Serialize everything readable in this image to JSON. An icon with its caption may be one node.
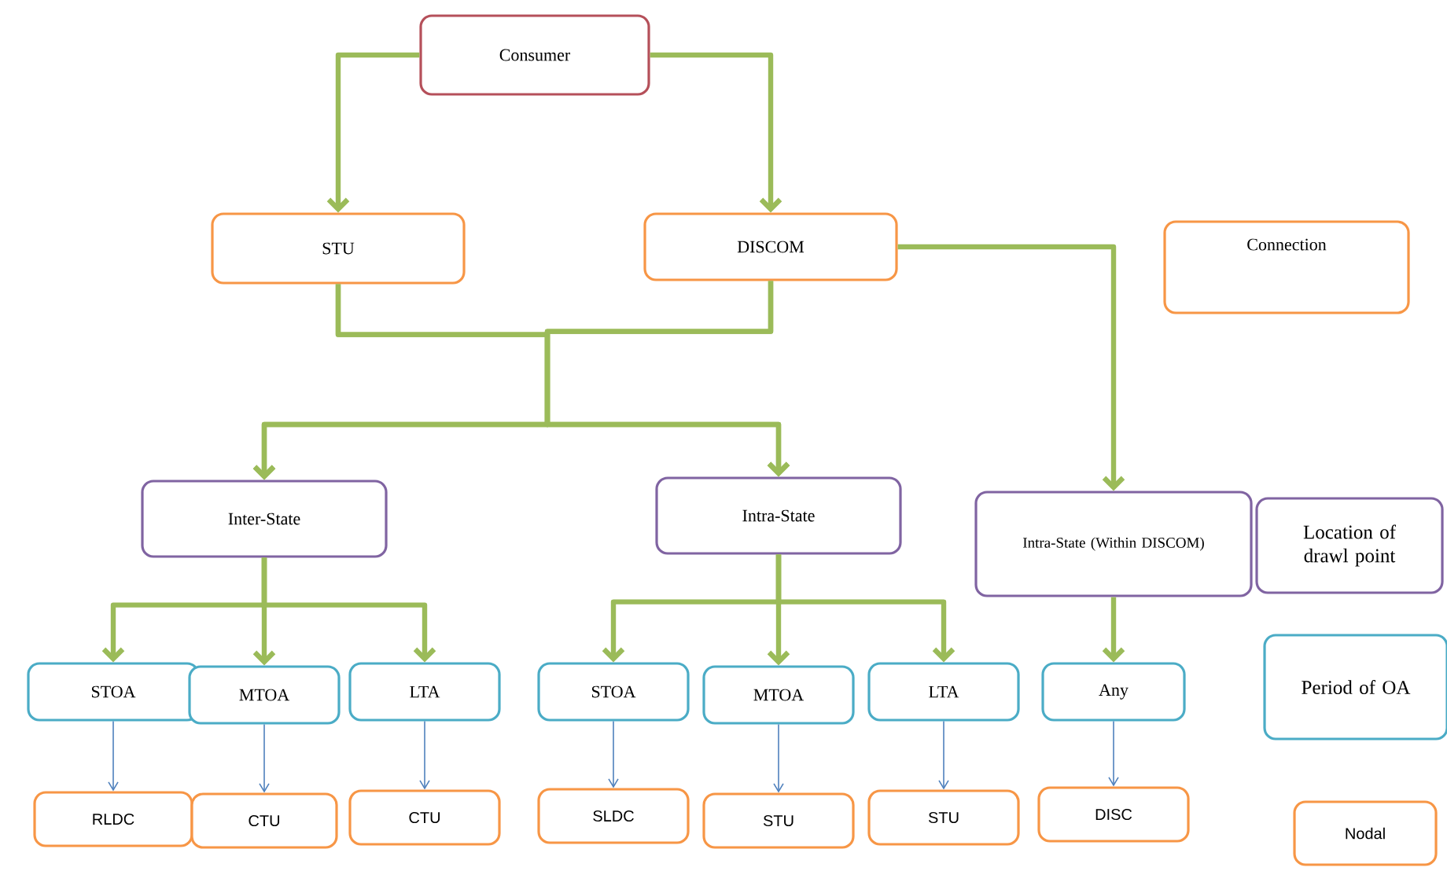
{
  "diagram": {
    "nodes": [
      {
        "text": [
          "Consumer"
        ]
      },
      {
        "text": [
          "STU"
        ]
      },
      {
        "text": [
          "DISCOM"
        ]
      },
      {
        "text": [
          "Connection"
        ]
      },
      {
        "text": [
          "Inter-State"
        ]
      },
      {
        "text": [
          "Intra-State"
        ]
      },
      {
        "text": [
          "Intra-State (Within DISCOM)"
        ]
      },
      {
        "text": [
          "Location of drawl point"
        ]
      },
      {
        "text": [
          "STOA"
        ]
      },
      {
        "text": [
          "MTOA"
        ]
      },
      {
        "text": [
          "LTA"
        ]
      },
      {
        "text": [
          "STOA"
        ]
      },
      {
        "text": [
          "MTOA"
        ]
      },
      {
        "text": [
          "LTA"
        ]
      },
      {
        "text": [
          "Any"
        ]
      },
      {
        "text": [
          "Period of OA"
        ]
      },
      {
        "text": [
          "RLDC"
        ]
      },
      {
        "text": [
          "CTU"
        ]
      },
      {
        "text": [
          "CTU"
        ]
      },
      {
        "text": [
          "SLDC"
        ]
      },
      {
        "text": [
          "STU"
        ]
      },
      {
        "text": [
          "STU"
        ]
      },
      {
        "text": [
          "DISC"
        ]
      },
      {
        "text": [
          "Nodal"
        ]
      }
    ],
    "edges": [
      {
        "from": 0,
        "to": 1,
        "arrow": "to"
      },
      {
        "from": 0,
        "to": 2,
        "arrow": "to"
      },
      {
        "from": 1,
        "to": 4,
        "arrow": "to"
      },
      {
        "from": 1,
        "to": 5,
        "arrow": "to"
      },
      {
        "from": 2,
        "to": 4,
        "arrow": "to"
      },
      {
        "from": 2,
        "to": 5,
        "arrow": "to"
      },
      {
        "from": 2,
        "to": 6,
        "arrow": "to"
      },
      {
        "from": 4,
        "to": 8,
        "arrow": "to"
      },
      {
        "from": 4,
        "to": 9,
        "arrow": "to"
      },
      {
        "from": 4,
        "to": 10,
        "arrow": "to"
      },
      {
        "from": 5,
        "to": 11,
        "arrow": "to"
      },
      {
        "from": 5,
        "to": 12,
        "arrow": "to"
      },
      {
        "from": 5,
        "to": 13,
        "arrow": "to"
      },
      {
        "from": 6,
        "to": 14,
        "arrow": "to"
      },
      {
        "from": 8,
        "to": 16,
        "arrow": "to",
        "color": "#4f81bd"
      },
      {
        "from": 9,
        "to": 17,
        "arrow": "to",
        "color": "#4f81bd"
      },
      {
        "from": 10,
        "to": 18,
        "arrow": "to",
        "color": "#4f81bd"
      },
      {
        "from": 11,
        "to": 19,
        "arrow": "to",
        "color": "#4f81bd"
      },
      {
        "from": 12,
        "to": 20,
        "arrow": "to",
        "color": "#4f81bd"
      },
      {
        "from": 13,
        "to": 21,
        "arrow": "to",
        "color": "#4f81bd"
      },
      {
        "from": 14,
        "to": 22,
        "arrow": "to",
        "color": "#4f81bd"
      }
    ]
  }
}
